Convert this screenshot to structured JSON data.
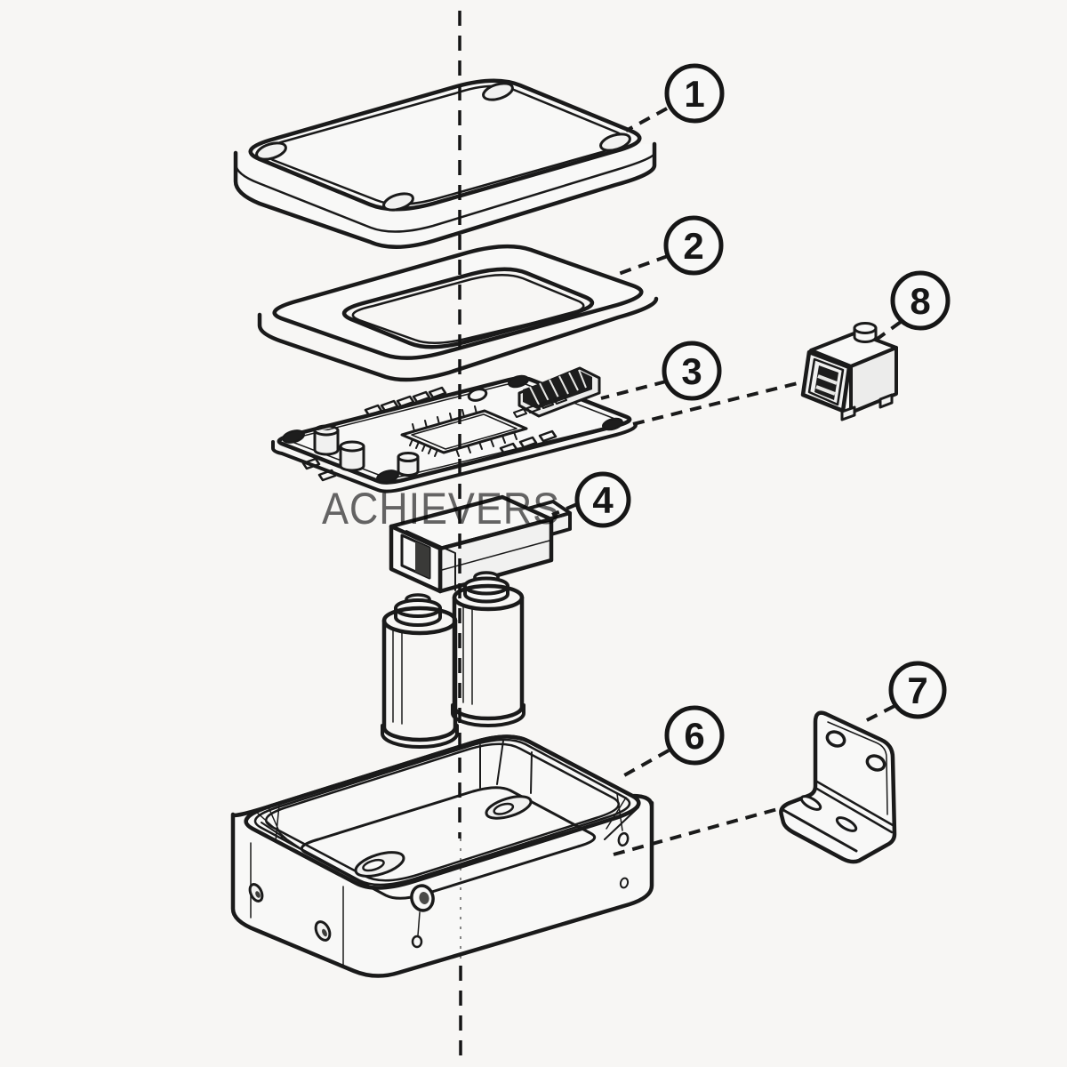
{
  "diagram": {
    "watermark": "ACHIEVERS",
    "colors": {
      "background": "#f7f6f4",
      "line": "#1a1a1a",
      "watermark": "#5a5a5a"
    },
    "callouts": [
      {
        "label": "1"
      },
      {
        "label": "2"
      },
      {
        "label": "3"
      },
      {
        "label": "4"
      },
      {
        "label": "6"
      },
      {
        "label": "7"
      },
      {
        "label": "8"
      }
    ]
  }
}
